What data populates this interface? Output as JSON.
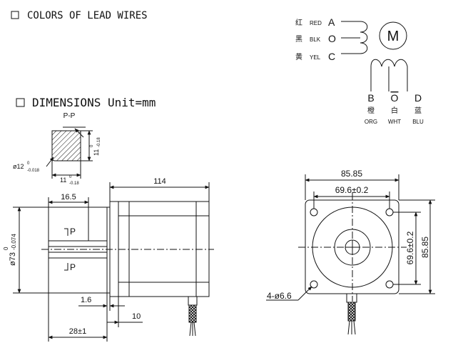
{
  "sections": {
    "colors_heading": "COLORS OF LEAD WIRES",
    "dimensions_heading": "DIMENSIONS Unit=mm"
  },
  "wiring": {
    "left_leads": [
      {
        "cn": "红",
        "color": "RED",
        "letter": "A"
      },
      {
        "cn": "黑",
        "color": "BLK",
        "letter": "O"
      },
      {
        "cn": "黄",
        "color": "YEL",
        "letter": "C"
      }
    ],
    "bottom_leads": [
      {
        "letter": "B",
        "cn": "橙",
        "color": "ORG"
      },
      {
        "letter": "O",
        "cn": "白",
        "color": "WHT"
      },
      {
        "letter": "D",
        "cn": "蓝",
        "color": "BLU"
      }
    ],
    "motor_symbol": "M"
  },
  "shaft_section": {
    "title": "P-P",
    "dia_main": "ø12",
    "dia_upper": "0",
    "dia_lower": "-0.018",
    "width_main": "11",
    "width_upper": "0",
    "width_lower": "-0.18",
    "flat_main": "11",
    "flat_upper": "0",
    "flat_lower": "-0.18"
  },
  "side_view": {
    "length": "114",
    "shaft_length": "16.5",
    "boss_dia_main": "ø73",
    "boss_dia_upper": "0",
    "boss_dia_lower": "-0.074",
    "p_upper": "P",
    "p_lower": "P",
    "flange_thickness": "1.6",
    "boss_to_flange": "10",
    "shaft_total": "28±1"
  },
  "front_view": {
    "width": "85.85",
    "hole_spacing_h": "69.6±0.2",
    "hole_spacing_v": "69.6±0.2",
    "height": "85.85",
    "holes": "4-ø6.6"
  }
}
